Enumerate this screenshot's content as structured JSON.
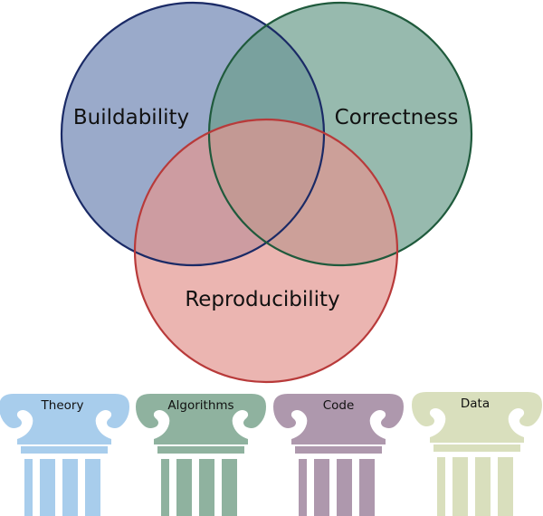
{
  "venn": {
    "circles": [
      {
        "id": "buildability",
        "label": "Buildability",
        "fill": "#6f86b4",
        "stroke": "#1a2a66"
      },
      {
        "id": "correctness",
        "label": "Correctness",
        "fill": "#6b9d8c",
        "stroke": "#1f5a3c"
      },
      {
        "id": "reproducibility",
        "label": "Reproducibility",
        "fill": "#e29590",
        "stroke": "#b83a3a"
      }
    ]
  },
  "pillars": [
    {
      "label": "Theory",
      "color": "#a8cdec"
    },
    {
      "label": "Algorithms",
      "color": "#8fb29f"
    },
    {
      "label": "Code",
      "color": "#ae98ad"
    },
    {
      "label": "Data",
      "color": "#d9dfbd"
    }
  ]
}
